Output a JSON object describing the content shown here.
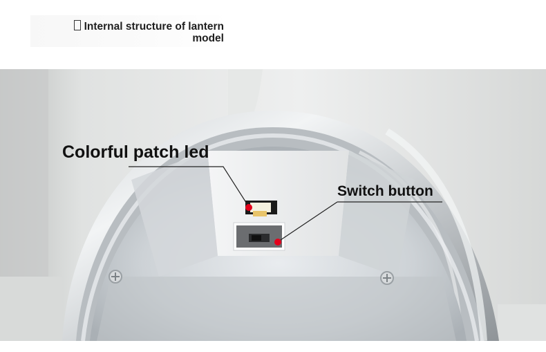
{
  "header": {
    "title_line1": "Internal structure of lantern",
    "title_line2": "model",
    "icon": "box-glyph-icon"
  },
  "callouts": {
    "led_label": "Colorful patch led",
    "switch_label": "Switch button"
  },
  "colors": {
    "marker": "#e3001b",
    "background": "#ffffff",
    "photo_backdrop": "#d9dbda"
  }
}
